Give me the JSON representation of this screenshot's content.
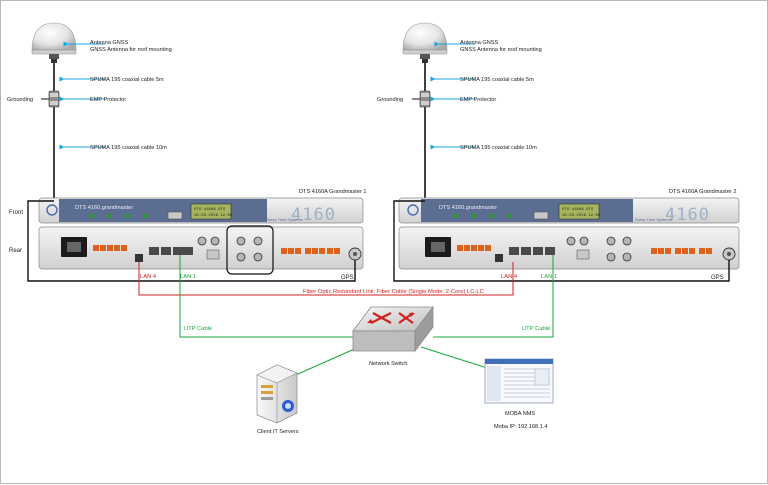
{
  "colors": {
    "arrow": "#1aa7e6",
    "fiber": "#d21f1f",
    "utp": "#1aa53a",
    "lan_text_red": "#d21f1f"
  },
  "icons": [
    "gnss-antenna-icon",
    "emp-protector-icon",
    "network-switch-icon",
    "server-icon",
    "monitor-screenshot-icon"
  ],
  "side_labels": {
    "front": "Front",
    "rear": "Rear"
  },
  "left": {
    "antenna_line1": "Antenna GNSS",
    "antenna_line2": "GNSS Antenna for roof mounting",
    "coax_5m": "SPUMA 195 coaxial cable 5m",
    "grounding": "Grounding",
    "emp": "EMP Protector",
    "coax_10m": "SPUMA 195 coaxial cable 10m",
    "device_title": "DTS 4160A Grandmaster 1",
    "lan4": "LAN 4",
    "lan1": "LAN 1",
    "gps": "GPS",
    "utp": "UTP Cable"
  },
  "right": {
    "antenna_line1": "Antenna GNSS",
    "antenna_line2": "GNSS Antenna for roof mounting",
    "coax_5m": "SPUMA 195 coaxial cable 5m",
    "grounding": "Grounding",
    "emp": "EMP Protector",
    "coax_10m": "SPUMA 195 coaxial cable 10m",
    "device_title": "DTS 4160A Grandmaster 2",
    "lan4": "LAN 4",
    "lan1": "LAN 1",
    "gps": "GPS",
    "utp": "UTP Cable"
  },
  "front_panel": {
    "brand": "DTS 4160.grandmaster",
    "digits": "4160",
    "lcd_line1": "DTS 4160A DTS",
    "lcd_line2": "10.03.2016 12:00",
    "tagline": "Swiss Time Systems"
  },
  "fiber_link": "Fiber Optic Redundant Link: Fiber Cable (Single Mode, 2-Core) LC-LC",
  "switch_label": "Network Switch",
  "servers_label": "Client IT Servers",
  "nms_label": "MOBA NMS",
  "nms_ip": "Moba IP: 192.168.1.4"
}
